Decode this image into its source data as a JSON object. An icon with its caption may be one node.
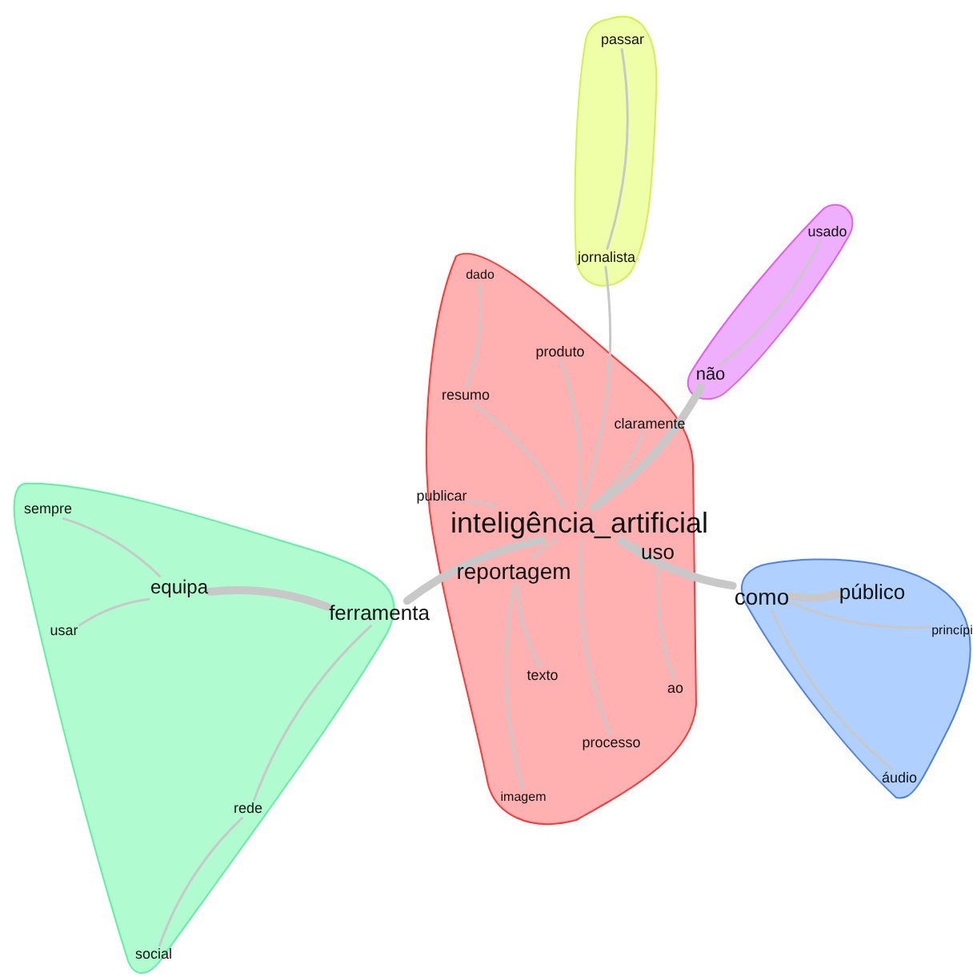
{
  "diagram": {
    "nodes": [
      {
        "text": [],
        "shape": "cloud"
      },
      {
        "text": [
          "passar"
        ],
        "in": 0
      },
      {
        "text": [
          "jornalista"
        ],
        "in": 0
      },
      {
        "text": [],
        "shape": "cloud"
      },
      {
        "text": [
          "usado"
        ],
        "in": 3
      },
      {
        "text": [
          "não"
        ],
        "in": 3
      },
      {
        "text": [],
        "shape": "cloud"
      },
      {
        "text": [
          "dado"
        ],
        "in": 6
      },
      {
        "text": [
          "produto"
        ],
        "in": 6
      },
      {
        "text": [
          "resumo"
        ],
        "in": 6
      },
      {
        "text": [
          "claramente"
        ],
        "in": 6
      },
      {
        "text": [
          "publicar"
        ],
        "in": 6
      },
      {
        "text": [
          "inteligência_artificial"
        ],
        "in": 6
      },
      {
        "text": [
          "uso"
        ],
        "in": 6
      },
      {
        "text": [
          "reportagem"
        ],
        "in": 6
      },
      {
        "text": [
          "texto"
        ],
        "in": 6
      },
      {
        "text": [
          "ao"
        ],
        "in": 6
      },
      {
        "text": [
          "processo"
        ],
        "in": 6
      },
      {
        "text": [
          "imagem"
        ],
        "in": 6
      },
      {
        "text": [],
        "shape": "cloud"
      },
      {
        "text": [
          "sempre"
        ],
        "in": 19
      },
      {
        "text": [
          "equipa"
        ],
        "in": 19
      },
      {
        "text": [
          "usar"
        ],
        "in": 19
      },
      {
        "text": [
          "ferramenta"
        ],
        "in": 19
      },
      {
        "text": [
          "rede"
        ],
        "in": 19
      },
      {
        "text": [
          "social"
        ],
        "in": 19
      },
      {
        "text": [],
        "shape": "cloud"
      },
      {
        "text": [
          "como"
        ],
        "in": 26
      },
      {
        "text": [
          "público"
        ],
        "in": 26
      },
      {
        "text": [
          "princípi"
        ],
        "in": 26
      },
      {
        "text": [
          "áudio"
        ],
        "in": 26
      }
    ],
    "edges": [
      {
        "from": 12,
        "to": 23,
        "arrow": "none",
        "style": "thick"
      },
      {
        "from": 12,
        "to": 27,
        "arrow": "none",
        "style": "thick"
      },
      {
        "from": 12,
        "to": 5,
        "arrow": "none",
        "style": "thick"
      },
      {
        "from": 12,
        "to": 2,
        "arrow": "none"
      },
      {
        "from": 2,
        "to": 1,
        "arrow": "none"
      },
      {
        "from": 5,
        "to": 4,
        "arrow": "none"
      },
      {
        "from": 12,
        "to": 8,
        "arrow": "none"
      },
      {
        "from": 12,
        "to": 9,
        "arrow": "none"
      },
      {
        "from": 9,
        "to": 7,
        "arrow": "none"
      },
      {
        "from": 12,
        "to": 10,
        "arrow": "none"
      },
      {
        "from": 12,
        "to": 11,
        "arrow": "none"
      },
      {
        "from": 12,
        "to": 14,
        "arrow": "none"
      },
      {
        "from": 12,
        "to": 13,
        "arrow": "none"
      },
      {
        "from": 14,
        "to": 15,
        "arrow": "none"
      },
      {
        "from": 12,
        "to": 17,
        "arrow": "none"
      },
      {
        "from": 14,
        "to": 18,
        "arrow": "none"
      },
      {
        "from": 13,
        "to": 16,
        "arrow": "none"
      },
      {
        "from": 27,
        "to": 28,
        "arrow": "none",
        "style": "thick"
      },
      {
        "from": 27,
        "to": 29,
        "arrow": "none"
      },
      {
        "from": 27,
        "to": 30,
        "arrow": "none"
      },
      {
        "from": 23,
        "to": 21,
        "arrow": "none",
        "style": "thick"
      },
      {
        "from": 21,
        "to": 20,
        "arrow": "none"
      },
      {
        "from": 21,
        "to": 22,
        "arrow": "none"
      },
      {
        "from": 23,
        "to": 24,
        "arrow": "none"
      },
      {
        "from": 24,
        "to": 25,
        "arrow": "none"
      }
    ]
  }
}
